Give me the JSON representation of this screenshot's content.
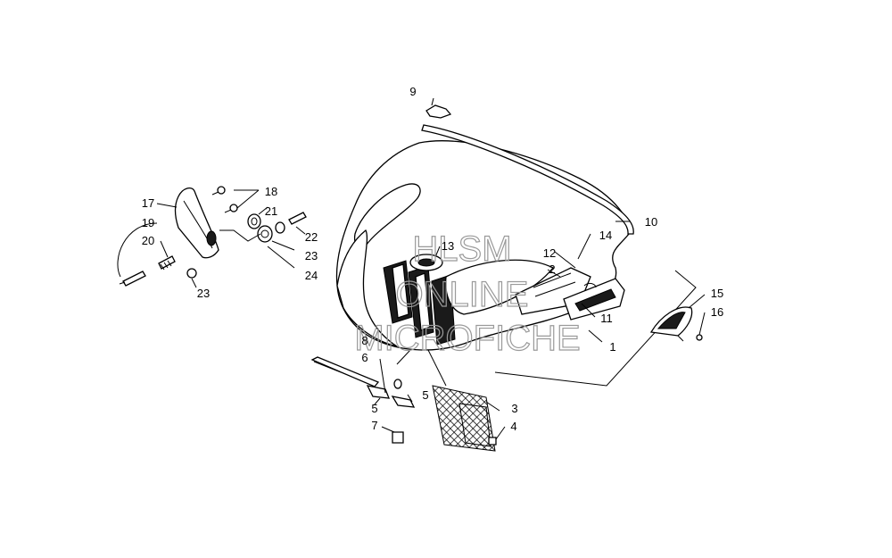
{
  "watermark": {
    "line1": "HLSM",
    "line2": "ONLINE",
    "line3": "MICROFICHE"
  },
  "callouts": [
    {
      "id": "c1",
      "text": "1"
    },
    {
      "id": "c2",
      "text": "2"
    },
    {
      "id": "c3",
      "text": "3"
    },
    {
      "id": "c4",
      "text": "4"
    },
    {
      "id": "c5a",
      "text": "5"
    },
    {
      "id": "c5b",
      "text": "5"
    },
    {
      "id": "c6",
      "text": "6"
    },
    {
      "id": "c7",
      "text": "7"
    },
    {
      "id": "c8",
      "text": "8"
    },
    {
      "id": "c9",
      "text": "9"
    },
    {
      "id": "c10",
      "text": "10"
    },
    {
      "id": "c11",
      "text": "11"
    },
    {
      "id": "c12",
      "text": "12"
    },
    {
      "id": "c13",
      "text": "13"
    },
    {
      "id": "c14",
      "text": "14"
    },
    {
      "id": "c15",
      "text": "15"
    },
    {
      "id": "c16",
      "text": "16"
    },
    {
      "id": "c17",
      "text": "17"
    },
    {
      "id": "c18",
      "text": "18"
    },
    {
      "id": "c19",
      "text": "19"
    },
    {
      "id": "c20",
      "text": "20"
    },
    {
      "id": "c21",
      "text": "21"
    },
    {
      "id": "c22",
      "text": "22"
    },
    {
      "id": "c23a",
      "text": "23"
    },
    {
      "id": "c23b",
      "text": "23"
    },
    {
      "id": "c24",
      "text": "24"
    }
  ]
}
